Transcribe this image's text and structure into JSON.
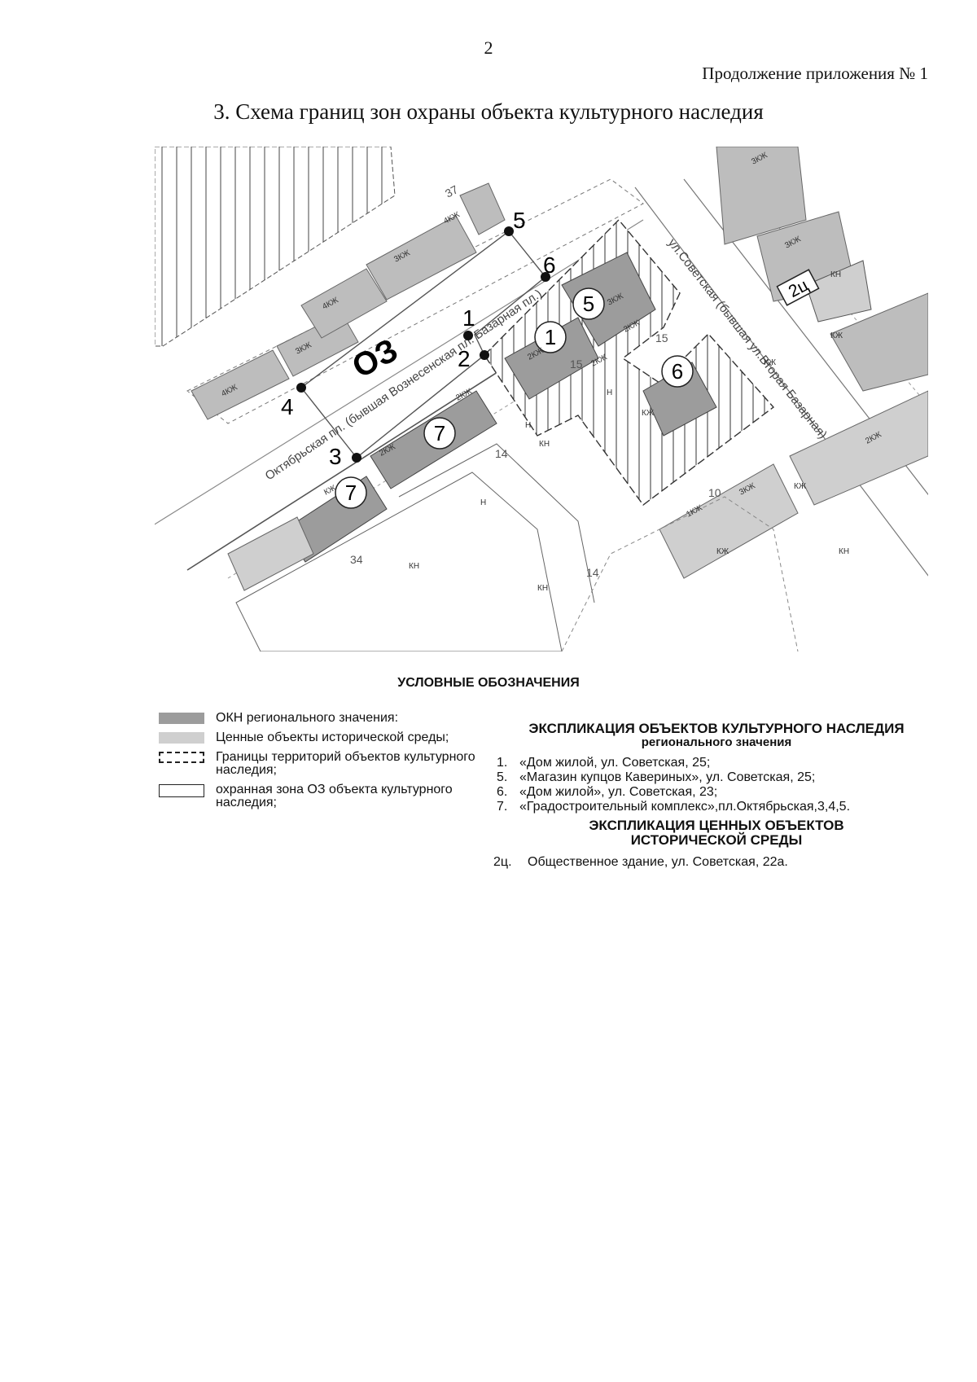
{
  "header": {
    "page_number": "2",
    "continuation": "Продолжение приложения № 1",
    "title": "3. Схема границ зон охраны объекта культурного наследия"
  },
  "map": {
    "zone_label": "ОЗ",
    "points": [
      "1",
      "2",
      "3",
      "4",
      "5",
      "6"
    ],
    "object_markers": [
      "1",
      "5",
      "6",
      "7",
      "7"
    ],
    "valued_object_label": "2ц",
    "streets": {
      "square": "Октябрьская пл. (бывшая Вознесенская пл. Базарная пл.)",
      "sovetskaya": "ул.Советская (бывшая ул.Вторая Базарная)"
    },
    "lot_numbers": [
      "15",
      "15",
      "14",
      "14",
      "10",
      "34",
      "37"
    ],
    "building_codes": [
      "3КЖ",
      "4КЖ",
      "3КЖ",
      "4КЖ",
      "3КЖ",
      "3КЖ",
      "4КЖ",
      "3КЖ",
      "2КЖ",
      "2КЖ",
      "2КЖ",
      "Н",
      "КН",
      "КЖ",
      "2КЖ",
      "Н",
      "КЖ",
      "КН",
      "2КЖ",
      "КЖ",
      "1КЖ",
      "3КЖ",
      "КН",
      "Н",
      "КН",
      "КЖ",
      "КЖ",
      "2КЖ",
      "КН",
      "КЖ"
    ]
  },
  "legend": {
    "heading": "УСЛОВНЫЕ ОБОЗНАЧЕНИЯ",
    "items": [
      "ОКН регионального значения:",
      "Ценные объекты исторической среды;",
      "Границы территорий объектов культурного наследия;",
      "охранная зона ОЗ объекта культурного наследия;"
    ]
  },
  "explication": {
    "heading": "ЭКСПЛИКАЦИЯ ОБЪЕКТОВ КУЛЬТУРНОГО НАСЛЕДИЯ",
    "subheading": "регионального значения",
    "items": [
      {
        "num": "1.",
        "text": "«Дом жилой, ул. Советская, 25;"
      },
      {
        "num": "5.",
        "text": "«Магазин купцов Кавериных», ул. Советская, 25;"
      },
      {
        "num": "6.",
        "text": "«Дом жилой», ул. Советская, 23;"
      },
      {
        "num": "7.",
        "text": "«Градостроительный комплекс»,пл.Октябрьская,3,4,5."
      }
    ],
    "valued_heading": "ЭКСПЛИКАЦИЯ ЦЕННЫХ ОБЪЕКТОВ",
    "valued_subheading": "ИСТОРИЧЕСКОЙ СРЕДЫ",
    "valued_items": [
      {
        "num": "2ц.",
        "text": "Общественное здание, ул. Советская, 22а."
      }
    ]
  },
  "colors": {
    "okn": "#9c9c9c",
    "valued": "#cfcfcf",
    "building": "#bdbdbd"
  }
}
